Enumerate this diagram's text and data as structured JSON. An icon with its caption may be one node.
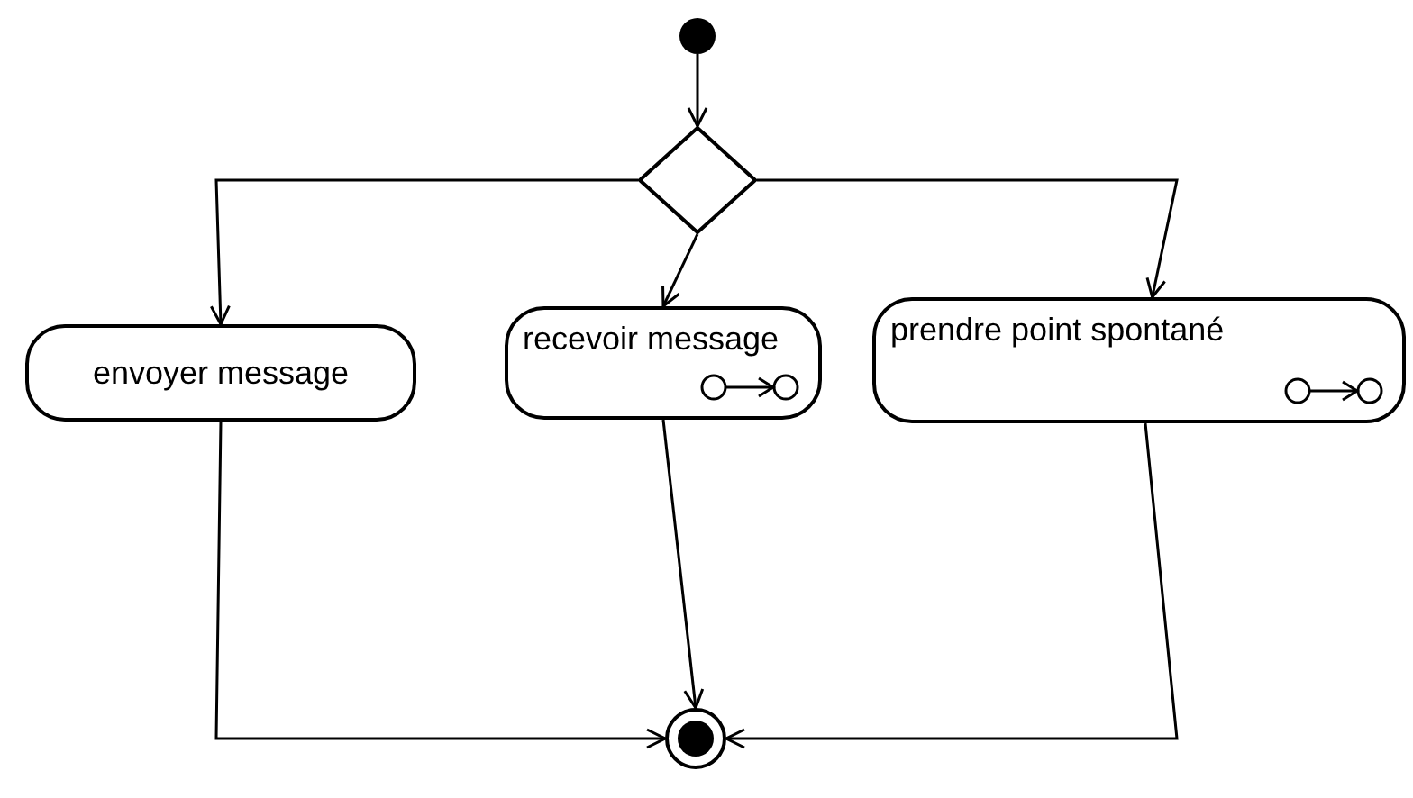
{
  "diagram": {
    "nodes": [
      {
        "text": [],
        "shape": "circle"
      },
      {
        "text": [],
        "shape": "diamond"
      },
      {
        "text": [
          "envoyer message"
        ]
      },
      {
        "text": [
          "recevoir message"
        ]
      },
      {
        "text": [
          "prendre point spontané"
        ]
      },
      {
        "text": [],
        "shape": "circle"
      }
    ],
    "edges": [
      {
        "from": 0,
        "to": 1,
        "arrow": "to"
      },
      {
        "from": 1,
        "to": 2,
        "arrow": "to"
      },
      {
        "from": 1,
        "to": 3,
        "arrow": "to"
      },
      {
        "from": 1,
        "to": 4,
        "arrow": "to"
      },
      {
        "from": 2,
        "to": 5,
        "arrow": "to"
      },
      {
        "from": 3,
        "to": 5,
        "arrow": "to"
      },
      {
        "from": 4,
        "to": 5,
        "arrow": "to"
      }
    ]
  }
}
